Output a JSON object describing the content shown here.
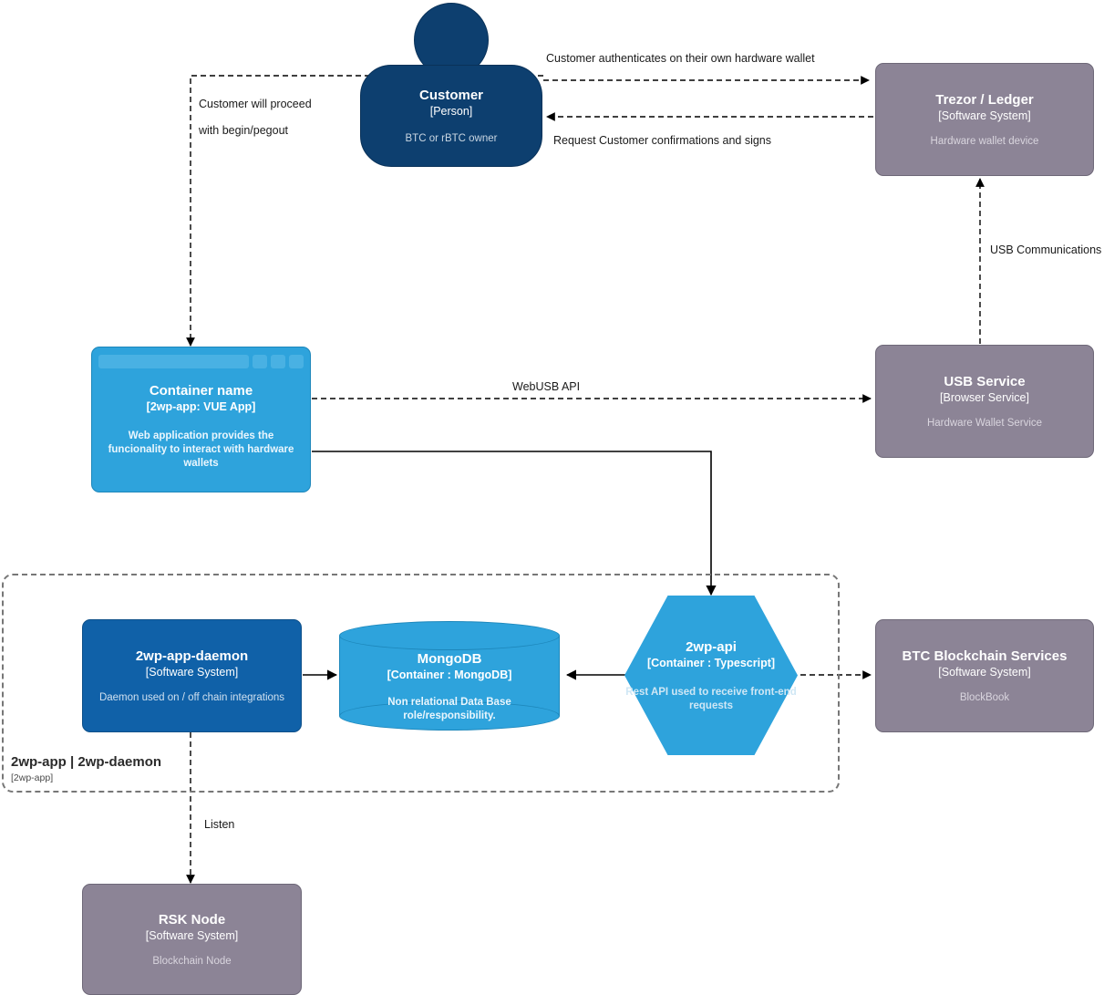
{
  "diagram": {
    "type": "c4-container-diagram",
    "colors": {
      "person": "#0D3F6F",
      "internal_system": "#1061A8",
      "container": "#2EA3DC",
      "external_system": "#8C8496",
      "edge": "#000000",
      "boundary": "#777777"
    }
  },
  "nodes": {
    "customer": {
      "name": "Customer",
      "tech": "[Person]",
      "desc": "BTC or rBTC owner",
      "shape": "person"
    },
    "trezor_ledger": {
      "name": "Trezor / Ledger",
      "tech": "[Software System]",
      "desc": "Hardware wallet device",
      "shape": "box"
    },
    "vue_app": {
      "name": "Container name",
      "tech": "[2wp-app: VUE App]",
      "desc": "Web application provides the funcionality to interact with hardware wallets",
      "shape": "browser-window"
    },
    "usb_service": {
      "name": "USB Service",
      "tech": "[Browser Service]",
      "desc": "Hardware Wallet Service",
      "shape": "box"
    },
    "daemon": {
      "name": "2wp-app-daemon",
      "tech": "[Software System]",
      "desc": "Daemon used on / off chain integrations",
      "shape": "box"
    },
    "mongodb": {
      "name": "MongoDB",
      "tech": "[Container : MongoDB]",
      "desc": "Non relational Data Base role/responsibility.",
      "shape": "cylinder"
    },
    "api": {
      "name": "2wp-api",
      "tech": "[Container : Typescript]",
      "desc": "Rest API used to receive front-end requests",
      "shape": "hexagon"
    },
    "btc_blockchain": {
      "name": "BTC Blockchain Services",
      "tech": "[Software System]",
      "desc": "BlockBook",
      "shape": "box"
    },
    "rsk_node": {
      "name": "RSK Node",
      "tech": "[Software System]",
      "desc": "Blockchain Node",
      "shape": "box"
    }
  },
  "boundary": {
    "name": "2wp-app | 2wp-daemon",
    "tech": "[2wp-app]"
  },
  "edges": [
    {
      "id": "customer-to-trezor",
      "label": "Customer authenticates on their own hardware wallet",
      "style": "dashed",
      "from": "customer",
      "to": "trezor_ledger"
    },
    {
      "id": "trezor-to-customer",
      "label": "Request Customer confirmations and signs",
      "style": "dashed",
      "from": "trezor_ledger",
      "to": "customer"
    },
    {
      "id": "customer-to-vueapp-1",
      "label": "Customer will proceed",
      "style": "dashed",
      "from": "customer",
      "to": "vue_app"
    },
    {
      "id": "customer-to-vueapp-2",
      "label": "with begin/pegout",
      "style": "dashed",
      "from": "customer",
      "to": "vue_app"
    },
    {
      "id": "trezor-to-usbservice",
      "label": "USB Communications",
      "style": "dashed",
      "from": "usb_service",
      "to": "trezor_ledger"
    },
    {
      "id": "vueapp-to-usbservice",
      "label": "WebUSB API",
      "style": "dashed",
      "from": "vue_app",
      "to": "usb_service"
    },
    {
      "id": "vueapp-to-api",
      "label": "",
      "style": "solid",
      "from": "vue_app",
      "to": "api"
    },
    {
      "id": "daemon-to-mongodb",
      "label": "",
      "style": "solid",
      "from": "daemon",
      "to": "mongodb"
    },
    {
      "id": "api-to-mongodb",
      "label": "",
      "style": "solid",
      "from": "api",
      "to": "mongodb"
    },
    {
      "id": "api-to-btc",
      "label": "",
      "style": "dashed",
      "from": "api",
      "to": "btc_blockchain"
    },
    {
      "id": "daemon-to-rsknode",
      "label": "Listen",
      "style": "dashed",
      "from": "daemon",
      "to": "rsk_node"
    }
  ]
}
